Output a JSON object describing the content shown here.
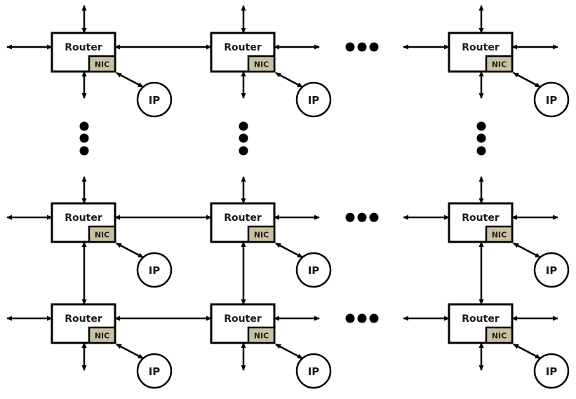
{
  "diagram": {
    "type": "mesh-network-on-chip",
    "colors": {
      "line": "#000000",
      "router_fill": "#ffffff",
      "nic_fill": "#c9c1a0",
      "ip_fill": "#ffffff"
    },
    "labels": {
      "router": "Router",
      "nic": "NIC",
      "ip": "IP"
    },
    "grid": {
      "columns_shown": [
        "first",
        "second",
        "last"
      ],
      "rows_shown": [
        "first",
        "second-last",
        "last"
      ],
      "horizontal_ellipsis_rows": [
        "first",
        "second-last",
        "last"
      ],
      "vertical_ellipsis_columns": [
        "first",
        "second",
        "last"
      ]
    },
    "nodes": [
      {
        "id": "r1c1",
        "router": "Router",
        "nic": "NIC",
        "ip": "IP"
      },
      {
        "id": "r1c2",
        "router": "Router",
        "nic": "NIC",
        "ip": "IP"
      },
      {
        "id": "r1c3",
        "router": "Router",
        "nic": "NIC",
        "ip": "IP"
      },
      {
        "id": "r2c1",
        "router": "Router",
        "nic": "NIC",
        "ip": "IP"
      },
      {
        "id": "r2c2",
        "router": "Router",
        "nic": "NIC",
        "ip": "IP"
      },
      {
        "id": "r2c3",
        "router": "Router",
        "nic": "NIC",
        "ip": "IP"
      },
      {
        "id": "r3c1",
        "router": "Router",
        "nic": "NIC",
        "ip": "IP"
      },
      {
        "id": "r3c2",
        "router": "Router",
        "nic": "NIC",
        "ip": "IP"
      },
      {
        "id": "r3c3",
        "router": "Router",
        "nic": "NIC",
        "ip": "IP"
      }
    ]
  }
}
